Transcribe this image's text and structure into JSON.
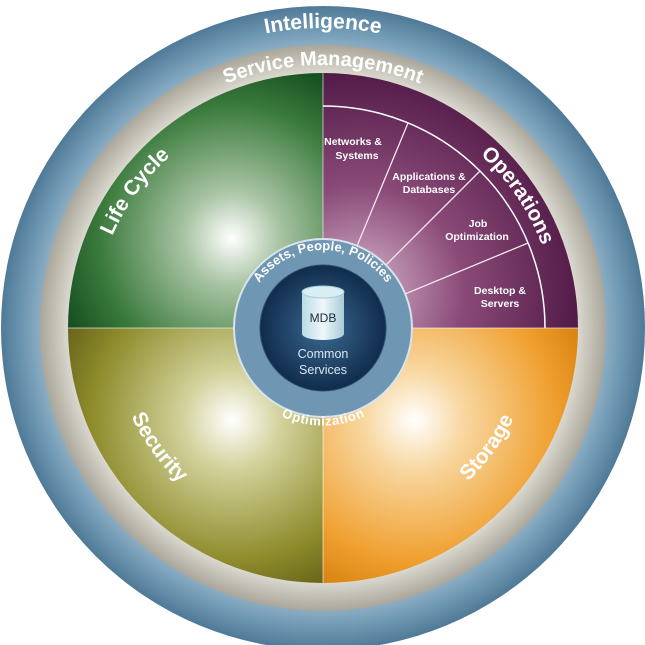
{
  "rings": {
    "outer": "Intelligence",
    "middle": "Service Management"
  },
  "quadrants": {
    "life_cycle": "Life Cycle",
    "operations": "Operations",
    "security": "Security",
    "storage": "Storage"
  },
  "operations_items": [
    [
      "Networks &",
      "Systems"
    ],
    [
      "Applications &",
      "Databases"
    ],
    [
      "Job",
      "Optimization"
    ],
    [
      "Desktop &",
      "Servers"
    ]
  ],
  "center": {
    "top_arc": "Assets, People, Policies",
    "bottom_arc": "Optimization",
    "database": "MDB",
    "label": [
      "Common",
      "Services"
    ]
  },
  "colors": {
    "outer_ring": "#5f89a6",
    "gray_ring": "#c4c1b6",
    "life_cycle": "#1f5a28",
    "operations": "#4a1240",
    "security": "#6b6a1a",
    "storage": "#e88f10"
  }
}
